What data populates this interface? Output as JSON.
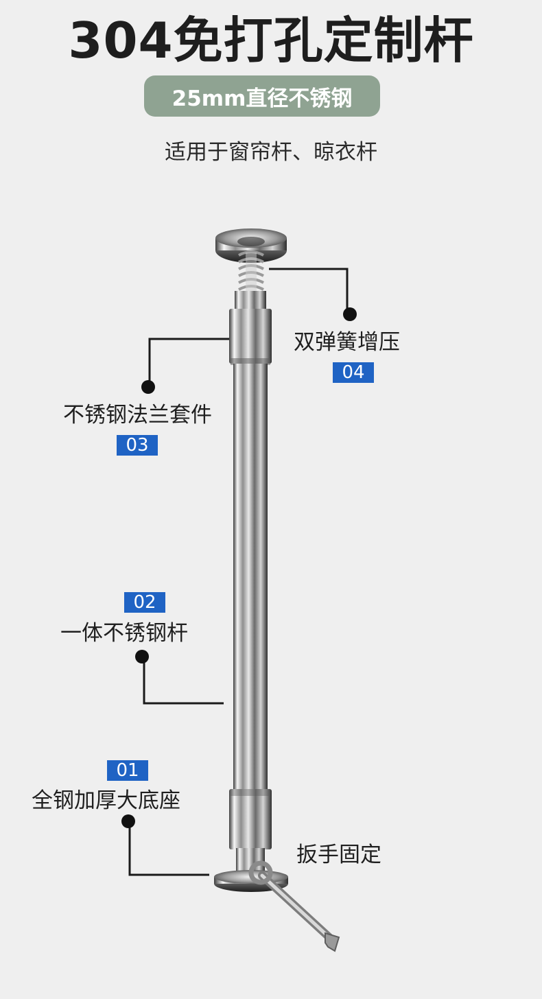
{
  "header": {
    "title": "304免打孔定制杆",
    "badge": "25mm直径不锈钢",
    "subtitle": "适用于窗帘杆、晾衣杆"
  },
  "callouts": [
    {
      "num": "04",
      "label": "双弹簧增压"
    },
    {
      "num": "03",
      "label": "不锈钢法兰套件"
    },
    {
      "num": "02",
      "label": "一体不锈钢杆"
    },
    {
      "num": "01",
      "label": "全钢加厚大底座"
    }
  ],
  "wrench_label": "扳手固定",
  "colors": {
    "background": "#efefef",
    "badge": "#8fa392",
    "number_tag": "#1f63c4",
    "title": "#1e1e1e"
  }
}
